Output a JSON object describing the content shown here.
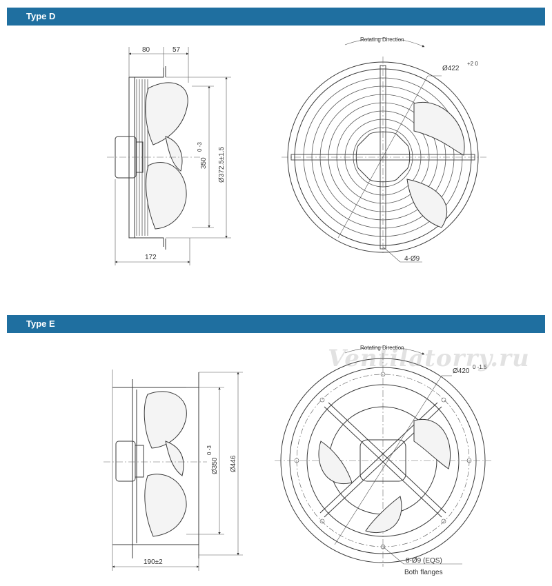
{
  "sections": [
    {
      "title": "Type D",
      "dims": {
        "d80": "80",
        "d57": "57",
        "d172": "172",
        "d350": "350",
        "d350_tol": "0\n-3",
        "d372": "Ø372.5±1.5",
        "d422": "Ø422",
        "d422_tol": "+2\n0",
        "holes": "4-Ø9"
      },
      "rotating_label": "Rotating Direction"
    },
    {
      "title": "Type E",
      "dims": {
        "d190": "190±2",
        "d350": "Ø350",
        "d350_tol": "0\n-3",
        "d446": "Ø446",
        "d420": "Ø420",
        "d420_tol": "0\n-1.5",
        "holes": "8-Ø9 (EQS)",
        "holes_note": "Both flanges"
      },
      "rotating_label": "Rotating Direction"
    }
  ],
  "watermark": "Ventilatorry.ru"
}
